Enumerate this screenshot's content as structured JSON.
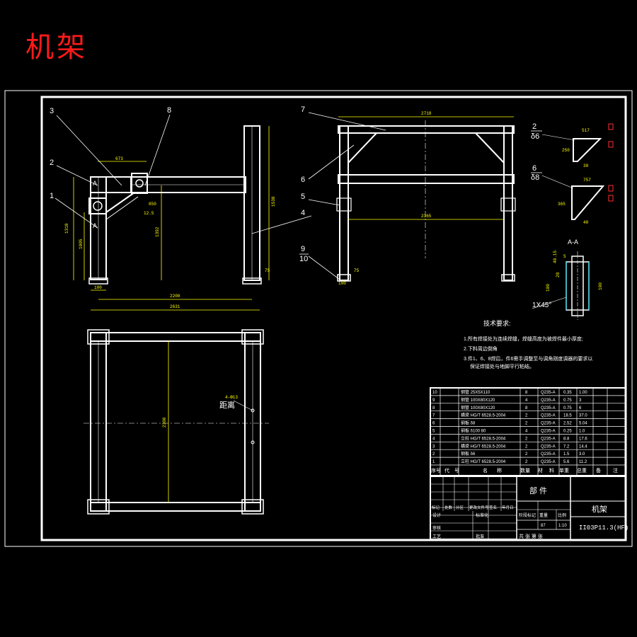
{
  "title": "机架",
  "callouts": {
    "c1": "1",
    "c2": "2",
    "c3": "3",
    "c4": "4",
    "c5": "5",
    "c6": "6",
    "c7": "7",
    "c8": "8",
    "c9": "9",
    "c10": "10"
  },
  "front_view": {
    "markers": [
      "A",
      "A"
    ],
    "dims": {
      "top_small": "673",
      "left_outer": "1318",
      "left_inner": "1005",
      "mid_vertical": "1392",
      "right_vertical": "1538",
      "bottom_inner": "2200",
      "bottom_outer": "2631",
      "bottom_small": "100",
      "right_small": "75",
      "diag_label": "850",
      "diag_small": "12.5"
    }
  },
  "side_view": {
    "dims": {
      "top_width": "2718",
      "mid_width": "2365",
      "foot": "75",
      "foot_small": "100"
    }
  },
  "detail_2": {
    "label": "2",
    "sub": "δ6",
    "dim_top": "517",
    "dim_side": "250",
    "dim_bottom": "30"
  },
  "detail_6": {
    "label": "6",
    "sub": "δ8",
    "dim_top": "757",
    "dim_side": "365",
    "dim_bottom": "40"
  },
  "section_aa": {
    "label": "A-A",
    "chamfer": "1X45°",
    "dims": [
      "28",
      "100",
      "100",
      "40.15",
      "5"
    ]
  },
  "tech": {
    "heading": "技术要求:",
    "items": [
      "1.所有焊接处为连续焊缝，焊缝高度为被焊件最小厚度;",
      "2.下料周边倒角",
      "3.件1、6、8焊后，件6需手调整至与调角刚度调器的要求以",
      "保证焊接处与地脚平行粘结。"
    ]
  },
  "plan_view": {
    "side_label": "距离",
    "side_dim": "4-Φ13",
    "center_dim": "2300"
  },
  "bom": {
    "rows": [
      [
        "10",
        "",
        "钢管 25X5X110",
        "8",
        "Q235-A",
        "0.35",
        "1.00"
      ],
      [
        "9",
        "",
        "钢管 100X80X120",
        "4",
        "Q235-A",
        "0.75",
        "3"
      ],
      [
        "8",
        "",
        "钢管 100X80X120",
        "8",
        "Q235-A",
        "0.75",
        "6"
      ],
      [
        "7",
        "",
        "横梁 HG/T 6528.5-2004",
        "2",
        "Q235-A",
        "18.5",
        "37.0"
      ],
      [
        "6",
        "",
        "钢板 δ8",
        "2",
        "Q235-A",
        "2.52",
        "5.04"
      ],
      [
        "5",
        "",
        "钢板 δ100 80",
        "4",
        "Q235-A",
        "0.25",
        "1.0"
      ],
      [
        "4",
        "",
        "立柱 HG/T 6528.5-2004",
        "2",
        "Q235-A",
        "8.8",
        "17.6"
      ],
      [
        "3",
        "",
        "横梁 HG/T 6528.5-2004",
        "2",
        "Q235-A",
        "7.2",
        "14.4"
      ],
      [
        "2",
        "",
        "钢板 δ6",
        "2",
        "Q235-A",
        "1.5",
        "3.0"
      ],
      [
        "1",
        "",
        "立柱 HG/T 6528.5-2004",
        "2",
        "Q235-A",
        "5.6",
        "11.2"
      ]
    ],
    "header": [
      "序号",
      "代",
      "号",
      "名",
      "称",
      "数量",
      "材",
      "料",
      "单重",
      "总重",
      "备",
      "注"
    ]
  },
  "title_block": {
    "part_label": "部    件",
    "name": "机架",
    "drawing_no": "II03P11.3(HF)",
    "row_labels": [
      "标记",
      "处数",
      "分区",
      "更改文件号",
      "签名",
      "年月日"
    ],
    "design": "设计",
    "standard": "标准化",
    "check": "审核",
    "process": "工艺",
    "approve": "批准",
    "stage_label": "阶段标记",
    "weight_label": "重量",
    "scale_label": "比例",
    "scale": "1:10",
    "weight": "87",
    "sheets": "共  张  第  张"
  }
}
